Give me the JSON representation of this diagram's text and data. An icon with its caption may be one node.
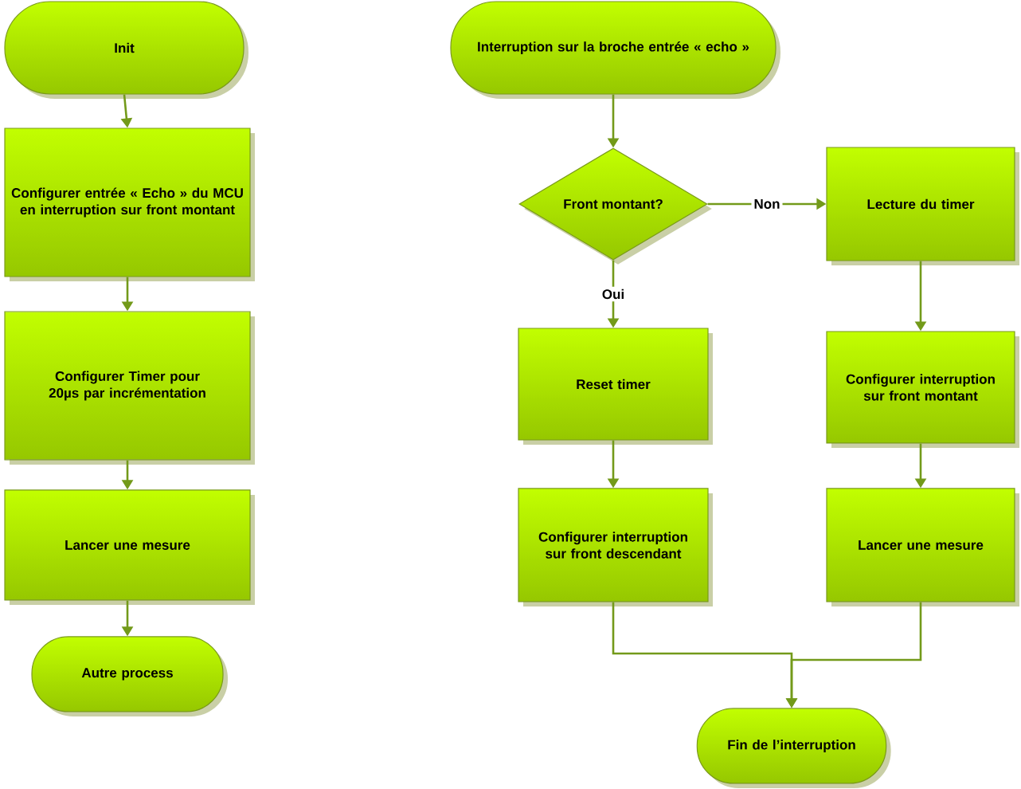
{
  "diagram": {
    "nodes": [
      {
        "text": [
          "Init"
        ]
      },
      {
        "text": [
          "Configurer entrée « Echo » du MCU en interruption sur front montant"
        ]
      },
      {
        "text": [
          "Configurer Timer pour 20µs par incrémentation"
        ]
      },
      {
        "text": [
          "Lancer une mesure"
        ]
      },
      {
        "text": [
          "Autre process"
        ]
      },
      {
        "text": [
          "Interruption sur la broche entrée « echo »"
        ]
      },
      {
        "text": [
          "Front montant?"
        ]
      },
      {
        "text": [
          "Lecture du timer"
        ]
      },
      {
        "text": [
          "Reset timer"
        ]
      },
      {
        "text": [
          "Configurer interruption sur front montant"
        ]
      },
      {
        "text": [
          "Configurer interruption sur front descendant"
        ]
      },
      {
        "text": [
          "Lancer une mesure"
        ]
      },
      {
        "text": [
          "Fin de l’interruption"
        ]
      }
    ],
    "edges": [
      {
        "from": 0,
        "to": 1,
        "arrow": "to"
      },
      {
        "from": 1,
        "to": 2,
        "arrow": "to"
      },
      {
        "from": 2,
        "to": 3,
        "arrow": "to"
      },
      {
        "from": 3,
        "to": 4,
        "arrow": "to"
      },
      {
        "from": 5,
        "to": 6,
        "arrow": "to"
      },
      {
        "from": 6,
        "to": 7,
        "arrow": "to",
        "label": "Non"
      },
      {
        "from": 6,
        "to": 8,
        "arrow": "to",
        "label": "Oui"
      },
      {
        "from": 7,
        "to": 9,
        "arrow": "to"
      },
      {
        "from": 9,
        "to": 11,
        "arrow": "to"
      },
      {
        "from": 8,
        "to": 10,
        "arrow": "to"
      },
      {
        "from": 10,
        "to": 12,
        "arrow": "to"
      },
      {
        "from": 11,
        "to": 12,
        "arrow": "to"
      }
    ]
  }
}
